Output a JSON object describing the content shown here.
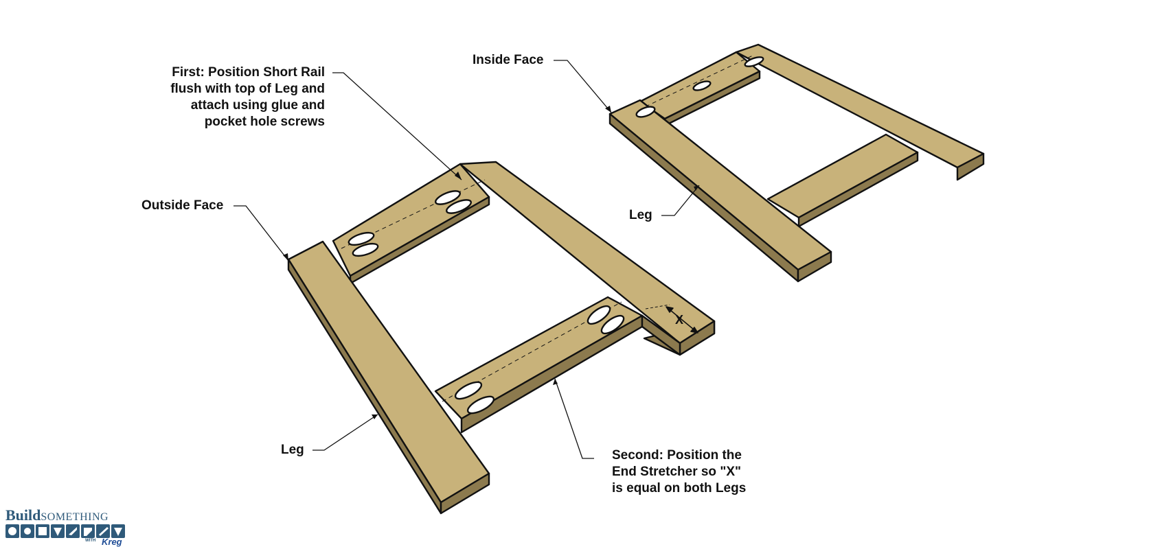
{
  "callouts": {
    "first_step": [
      "First: Position Short Rail",
      "flush with top of Leg and",
      "attach using glue and",
      "pocket hole screws"
    ],
    "outside_face": "Outside Face",
    "inside_face": "Inside Face",
    "leg_left": "Leg",
    "leg_right": "Leg",
    "second_step": [
      "Second: Position the",
      "End Stretcher so \"X\"",
      "is equal on both Legs"
    ],
    "dimension_x": "X"
  },
  "logo": {
    "word_build": "Build",
    "word_something": "SOMETHING",
    "word_with": "WITH",
    "word_kreg": "Kreg"
  },
  "colors": {
    "wood_top": "#c8b27a",
    "wood_side": "#8c7a4e",
    "outline": "#111111",
    "logo_blue": "#2f5a7a"
  }
}
